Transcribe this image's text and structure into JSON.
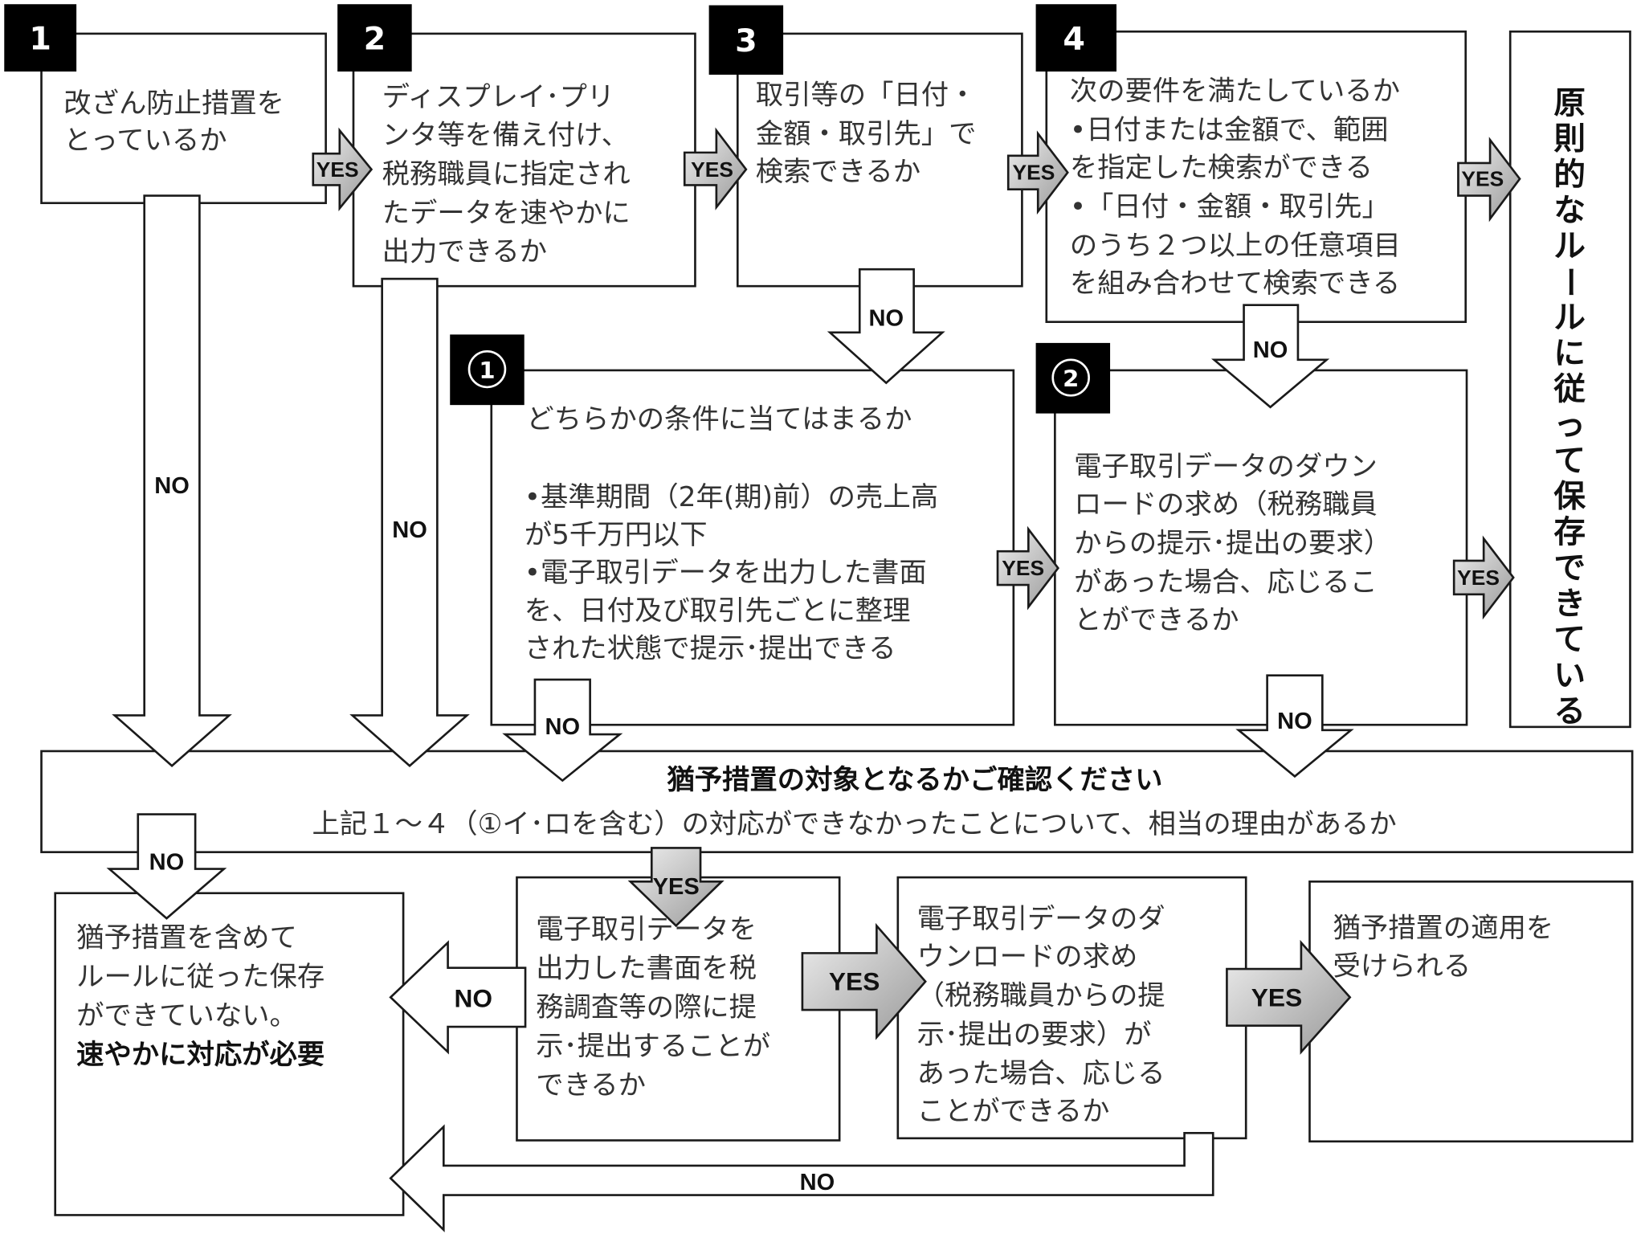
{
  "labels": {
    "yes": "YES",
    "no": "NO"
  },
  "colors": {
    "badge": "#000000",
    "arrow_grey_light": "#e6e6e6",
    "arrow_grey_dark": "#9a9a9a",
    "border": "#1a1a1a",
    "text": "#333333"
  },
  "steps": [
    {
      "badge": "1",
      "lines": [
        "改ざん防止措置を",
        "とっているか"
      ]
    },
    {
      "badge": "2",
      "lines": [
        "ディスプレイ･プリ",
        "ンタ等を備え付け、",
        "税務職員に指定され",
        "たデータを速やかに",
        "出力できるか"
      ]
    },
    {
      "badge": "3",
      "lines": [
        "取引等の「日付・",
        "金額・取引先」で",
        "検索できるか"
      ]
    },
    {
      "badge": "4",
      "lines": [
        "次の要件を満たしているか",
        "•日付または金額で、範囲",
        "を指定した検索ができる",
        "•「日付・金額・取引先」",
        "のうち２つ以上の任意項目",
        "を組み合わせて検索できる"
      ]
    }
  ],
  "result_ok": {
    "text": [
      "原",
      "則",
      "的",
      "な",
      "ル",
      "ー",
      "ル",
      "に",
      "従",
      "っ",
      "て",
      "保",
      "存",
      "で",
      "き",
      "て",
      "い",
      "る"
    ]
  },
  "sub_steps": [
    {
      "badge": "①",
      "title": "どちらかの条件に当てはまるか",
      "lines": [
        "•基準期間（2年(期)前）の売上高",
        "が5千万円以下",
        "•電子取引データを出力した書面",
        "を、日付及び取引先ごとに整理",
        "された状態で提示･提出できる"
      ]
    },
    {
      "badge": "②",
      "lines": [
        "電子取引データのダウン",
        "ロードの求め（税務職員",
        "からの提示･提出の要求）",
        "があった場合、応じるこ",
        "とができるか"
      ]
    }
  ],
  "grace_check": {
    "title": "猶予措置の対象となるかご確認ください",
    "question": "上記１～４（①イ･ロを含む）の対応ができなかったことについて、相当の理由があるか"
  },
  "bottom": {
    "fail": {
      "lines": [
        "猶予措置を含めて",
        "ルールに従った保存",
        "ができていない。"
      ],
      "emphasis": "速やかに対応が必要"
    },
    "print_check": {
      "lines": [
        "電子取引データを",
        "出力した書面を税",
        "務調査等の際に提",
        "示･提出することが",
        "できるか"
      ]
    },
    "download_check": {
      "lines": [
        "電子取引データのダ",
        "ウンロードの求め",
        "（税務職員からの提",
        "示･提出の要求）が",
        "あった場合、応じる",
        "ことができるか"
      ]
    },
    "grace_ok": {
      "lines": [
        "猶予措置の適用を",
        "受けられる"
      ]
    }
  }
}
